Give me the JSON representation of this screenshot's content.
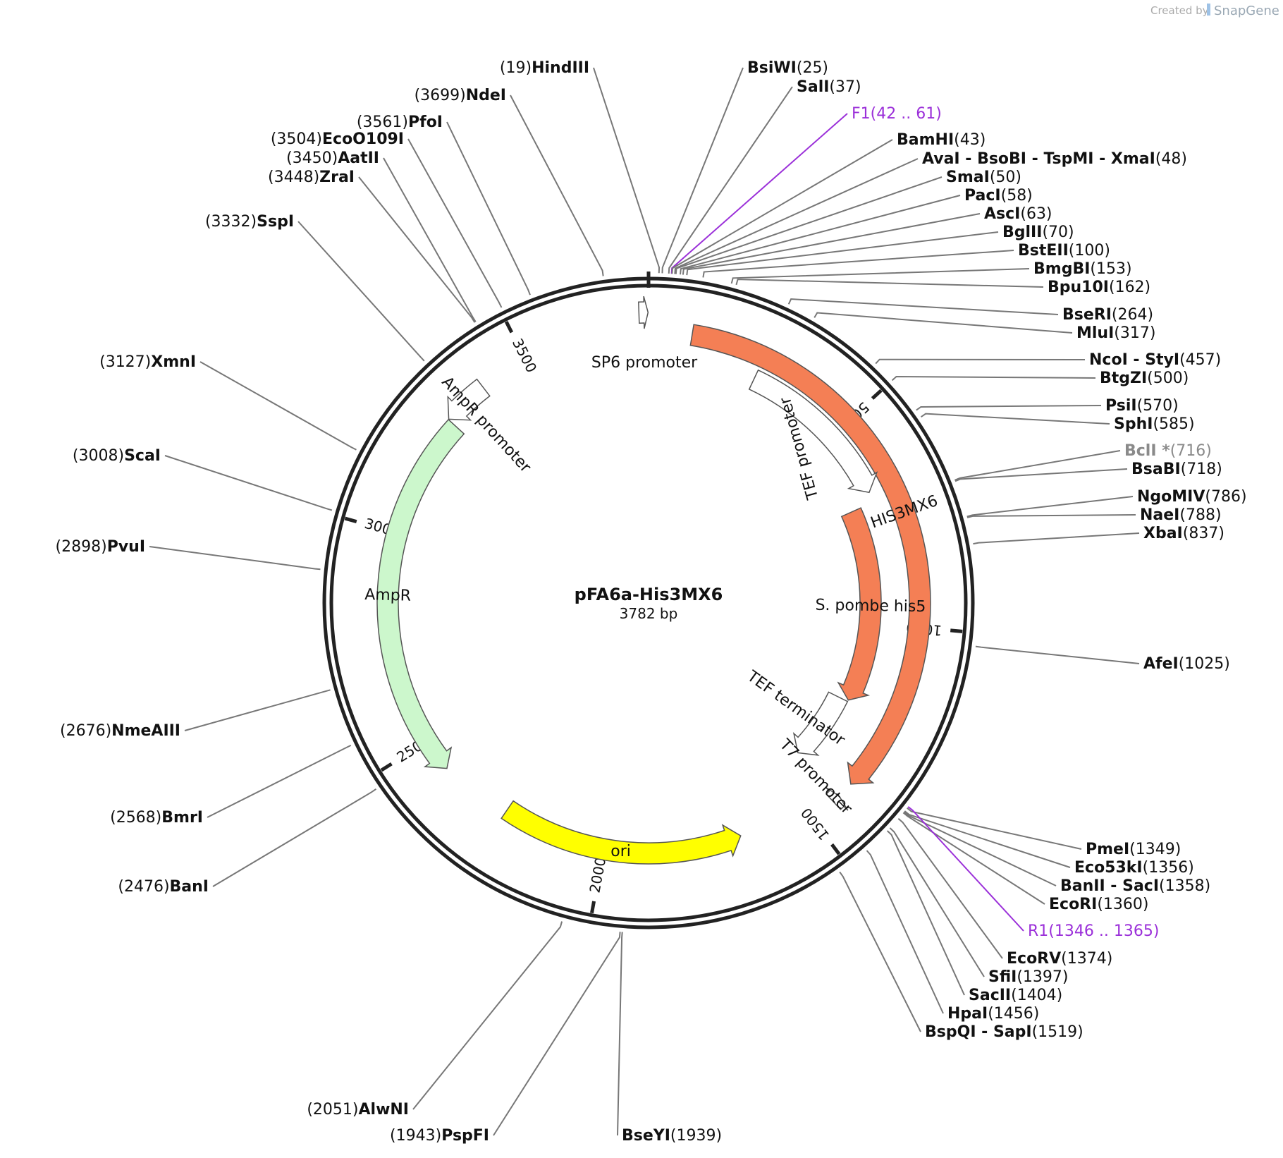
{
  "plasmid": {
    "name": "pFA6a-His3MX6",
    "size_label": "3782 bp",
    "length": 3782
  },
  "branding": {
    "created_by": "Created by",
    "app": "SnapGene"
  },
  "ticks": [
    {
      "pos": 500,
      "label": "500"
    },
    {
      "pos": 1000,
      "label": "1000"
    },
    {
      "pos": 1500,
      "label": "1500"
    },
    {
      "pos": 2000,
      "label": "2000"
    },
    {
      "pos": 2500,
      "label": "2500"
    },
    {
      "pos": 3000,
      "label": "3000"
    },
    {
      "pos": 3500,
      "label": "3500"
    }
  ],
  "features": [
    {
      "name": "HIS3MX6",
      "start": 97,
      "end": 1385,
      "direction": 1,
      "color": "#f47f55",
      "label_color": "#111111"
    },
    {
      "name": "S. pombe his5",
      "start": 692,
      "end": 1218,
      "direction": 1,
      "color": "#f47f55",
      "label_color": "#111111"
    },
    {
      "name": "TEF promoter",
      "start": 265,
      "end": 666,
      "direction": 1,
      "color": "#ffffff",
      "label_color": "#111111"
    },
    {
      "name": "TEF terminator",
      "start": 1222,
      "end": 1419,
      "direction": 1,
      "color": "#ffffff",
      "label_color": "#111111"
    },
    {
      "name": "SP6 promoter",
      "start": 3762,
      "end": 3781,
      "direction": 1,
      "color": "#ffffff",
      "label_color": "#111111"
    },
    {
      "name": "T7 promoter",
      "start": 1422,
      "end": 1440,
      "direction": -1,
      "color": "#ffffff",
      "label_color": "#111111"
    },
    {
      "name": "ori",
      "start": 1664,
      "end": 2252,
      "direction": -1,
      "color": "#ffff00",
      "label_color": "#111111"
    },
    {
      "name": "AmpR",
      "start": 2423,
      "end": 3283,
      "direction": -1,
      "color": "#ccf7cc",
      "label_color": "#111111"
    },
    {
      "name": "AmpR promoter",
      "start": 3284,
      "end": 3388,
      "direction": -1,
      "color": "#ffffff",
      "label_color": "#111111"
    }
  ],
  "sites": [
    {
      "name": "HindIII",
      "pos": "(19)"
    },
    {
      "name": "BsiWI",
      "pos": "(25)"
    },
    {
      "name": "SalI",
      "pos": "(37)"
    },
    {
      "name": "F1",
      "pos": "(42 .. 61)",
      "kind": "primer"
    },
    {
      "name": "BamHI",
      "pos": "(43)"
    },
    {
      "name": "AvaI  -  BsoBI  -  TspMI  -  XmaI",
      "pos": "(48)"
    },
    {
      "name": "SmaI",
      "pos": "(50)"
    },
    {
      "name": "PacI",
      "pos": "(58)"
    },
    {
      "name": "AscI",
      "pos": "(63)"
    },
    {
      "name": "BglII",
      "pos": "(70)"
    },
    {
      "name": "BstEII",
      "pos": "(100)"
    },
    {
      "name": "BmgBI",
      "pos": "(153)"
    },
    {
      "name": "Bpu10I",
      "pos": "(162)"
    },
    {
      "name": "BseRI",
      "pos": "(264)"
    },
    {
      "name": "MluI",
      "pos": "(317)"
    },
    {
      "name": "NcoI  -  StyI",
      "pos": "(457)"
    },
    {
      "name": "BtgZI",
      "pos": "(500)"
    },
    {
      "name": "PsiI",
      "pos": "(570)"
    },
    {
      "name": "SphI",
      "pos": "(585)"
    },
    {
      "name": "BclI *",
      "pos": "(716)",
      "kind": "gray"
    },
    {
      "name": "BsaBI",
      "pos": "(718)"
    },
    {
      "name": "NgoMIV",
      "pos": "(786)"
    },
    {
      "name": "NaeI",
      "pos": "(788)"
    },
    {
      "name": "XbaI",
      "pos": "(837)"
    },
    {
      "name": "AfeI",
      "pos": "(1025)"
    },
    {
      "name": "PmeI",
      "pos": "(1349)"
    },
    {
      "name": "Eco53kI",
      "pos": "(1356)"
    },
    {
      "name": "BanII  -  SacI",
      "pos": "(1358)"
    },
    {
      "name": "EcoRI",
      "pos": "(1360)"
    },
    {
      "name": "R1",
      "pos": "(1346 .. 1365)",
      "kind": "primer"
    },
    {
      "name": "EcoRV",
      "pos": "(1374)"
    },
    {
      "name": "SfiI",
      "pos": "(1397)"
    },
    {
      "name": "SacII",
      "pos": "(1404)"
    },
    {
      "name": "HpaI",
      "pos": "(1456)"
    },
    {
      "name": "BspQI  -  SapI",
      "pos": "(1519)"
    },
    {
      "name": "BseYI",
      "pos": "(1939)"
    },
    {
      "name": "PspFI",
      "pos": "(1943)"
    },
    {
      "name": "AlwNI",
      "pos": "(2051)"
    },
    {
      "name": "BanI",
      "pos": "(2476)"
    },
    {
      "name": "BmrI",
      "pos": "(2568)"
    },
    {
      "name": "NmeAIII",
      "pos": "(2676)"
    },
    {
      "name": "PvuI",
      "pos": "(2898)"
    },
    {
      "name": "ScaI",
      "pos": "(3008)"
    },
    {
      "name": "XmnI",
      "pos": "(3127)"
    },
    {
      "name": "SspI",
      "pos": "(3332)"
    },
    {
      "name": "ZraI",
      "pos": "(3448)"
    },
    {
      "name": "AatII",
      "pos": "(3450)"
    },
    {
      "name": "EcoO109I",
      "pos": "(3504)"
    },
    {
      "name": "PfoI",
      "pos": "(3561)"
    },
    {
      "name": "NdeI",
      "pos": "(3699)"
    }
  ]
}
